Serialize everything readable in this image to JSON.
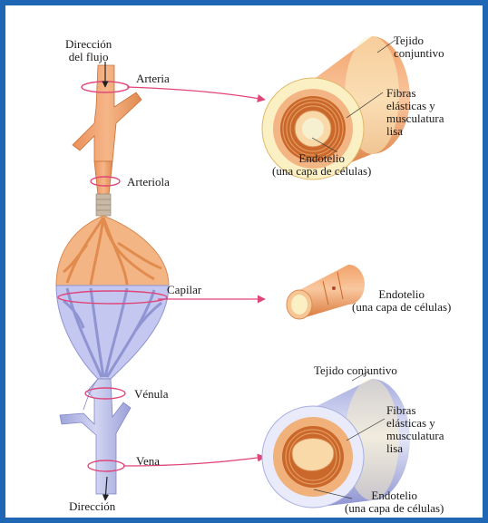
{
  "colors": {
    "frame": "#1f66b5",
    "artery": "#f0a06a",
    "artery_dark": "#d97a3e",
    "vein": "#b9bde8",
    "vein_dark": "#8c92d2",
    "arrow": "#e0457a",
    "tissue_cream": "#fbf0c4",
    "muscle": "#c9682a"
  },
  "labels": {
    "flow_direction_top_line1": "Dirección",
    "flow_direction_top_line2": "del flujo",
    "artery": "Arteria",
    "arteriole": "Arteriola",
    "capillary": "Capilar",
    "venule": "Vénula",
    "vein": "Vena",
    "flow_direction_bottom": "Dirección"
  },
  "artery_detail": {
    "connective_line1": "Tejido",
    "connective_line2": "conjuntivo",
    "fibers_line1": "Fibras",
    "fibers_line2": "elásticas y",
    "fibers_line3": "musculatura",
    "fibers_line4": "lisa",
    "endothelium_line1": "Endotelio",
    "endothelium_line2": "(una capa de células)"
  },
  "capillary_detail": {
    "endothelium_line1": "Endotelio",
    "endothelium_line2": "(una capa de células)"
  },
  "vein_detail": {
    "connective": "Tejido conjuntivo",
    "fibers_line1": "Fibras",
    "fibers_line2": "elásticas y",
    "fibers_line3": "musculatura",
    "fibers_line4": "lisa",
    "endothelium_line1": "Endotelio",
    "endothelium_line2": "(una capa de células)"
  }
}
